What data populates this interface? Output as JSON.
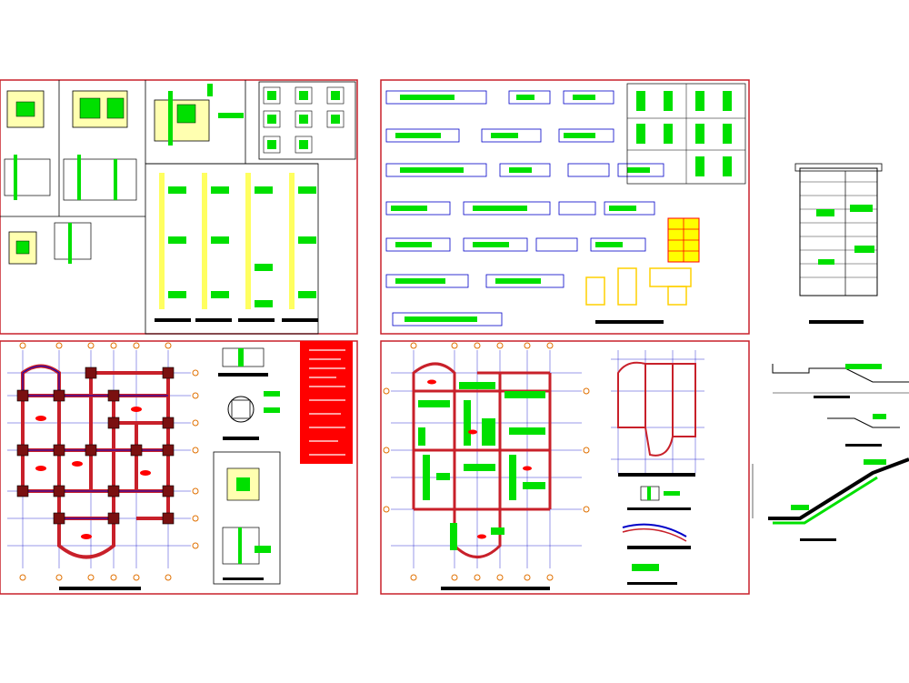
{
  "drawing": {
    "description_text": "",
    "sheets": [
      {
        "id": "sheet-footing-details"
      },
      {
        "id": "sheet-beam-details"
      },
      {
        "id": "sheet-stair-plan"
      },
      {
        "id": "sheet-foundation-plan"
      },
      {
        "id": "sheet-slab-plan"
      },
      {
        "id": "sheet-stair-sections"
      }
    ],
    "colors": {
      "frame": "#c8202a",
      "dimension": "#0a0a66",
      "rebar": "#00e000",
      "grid": "#0000c8",
      "axis_bubble": "#e07000",
      "column": "#7a1010",
      "yellow": "#e0e000",
      "black": "#000000",
      "red": "#ff0000"
    },
    "icons": [
      "axis-bubble-icon",
      "column-section-icon"
    ]
  }
}
